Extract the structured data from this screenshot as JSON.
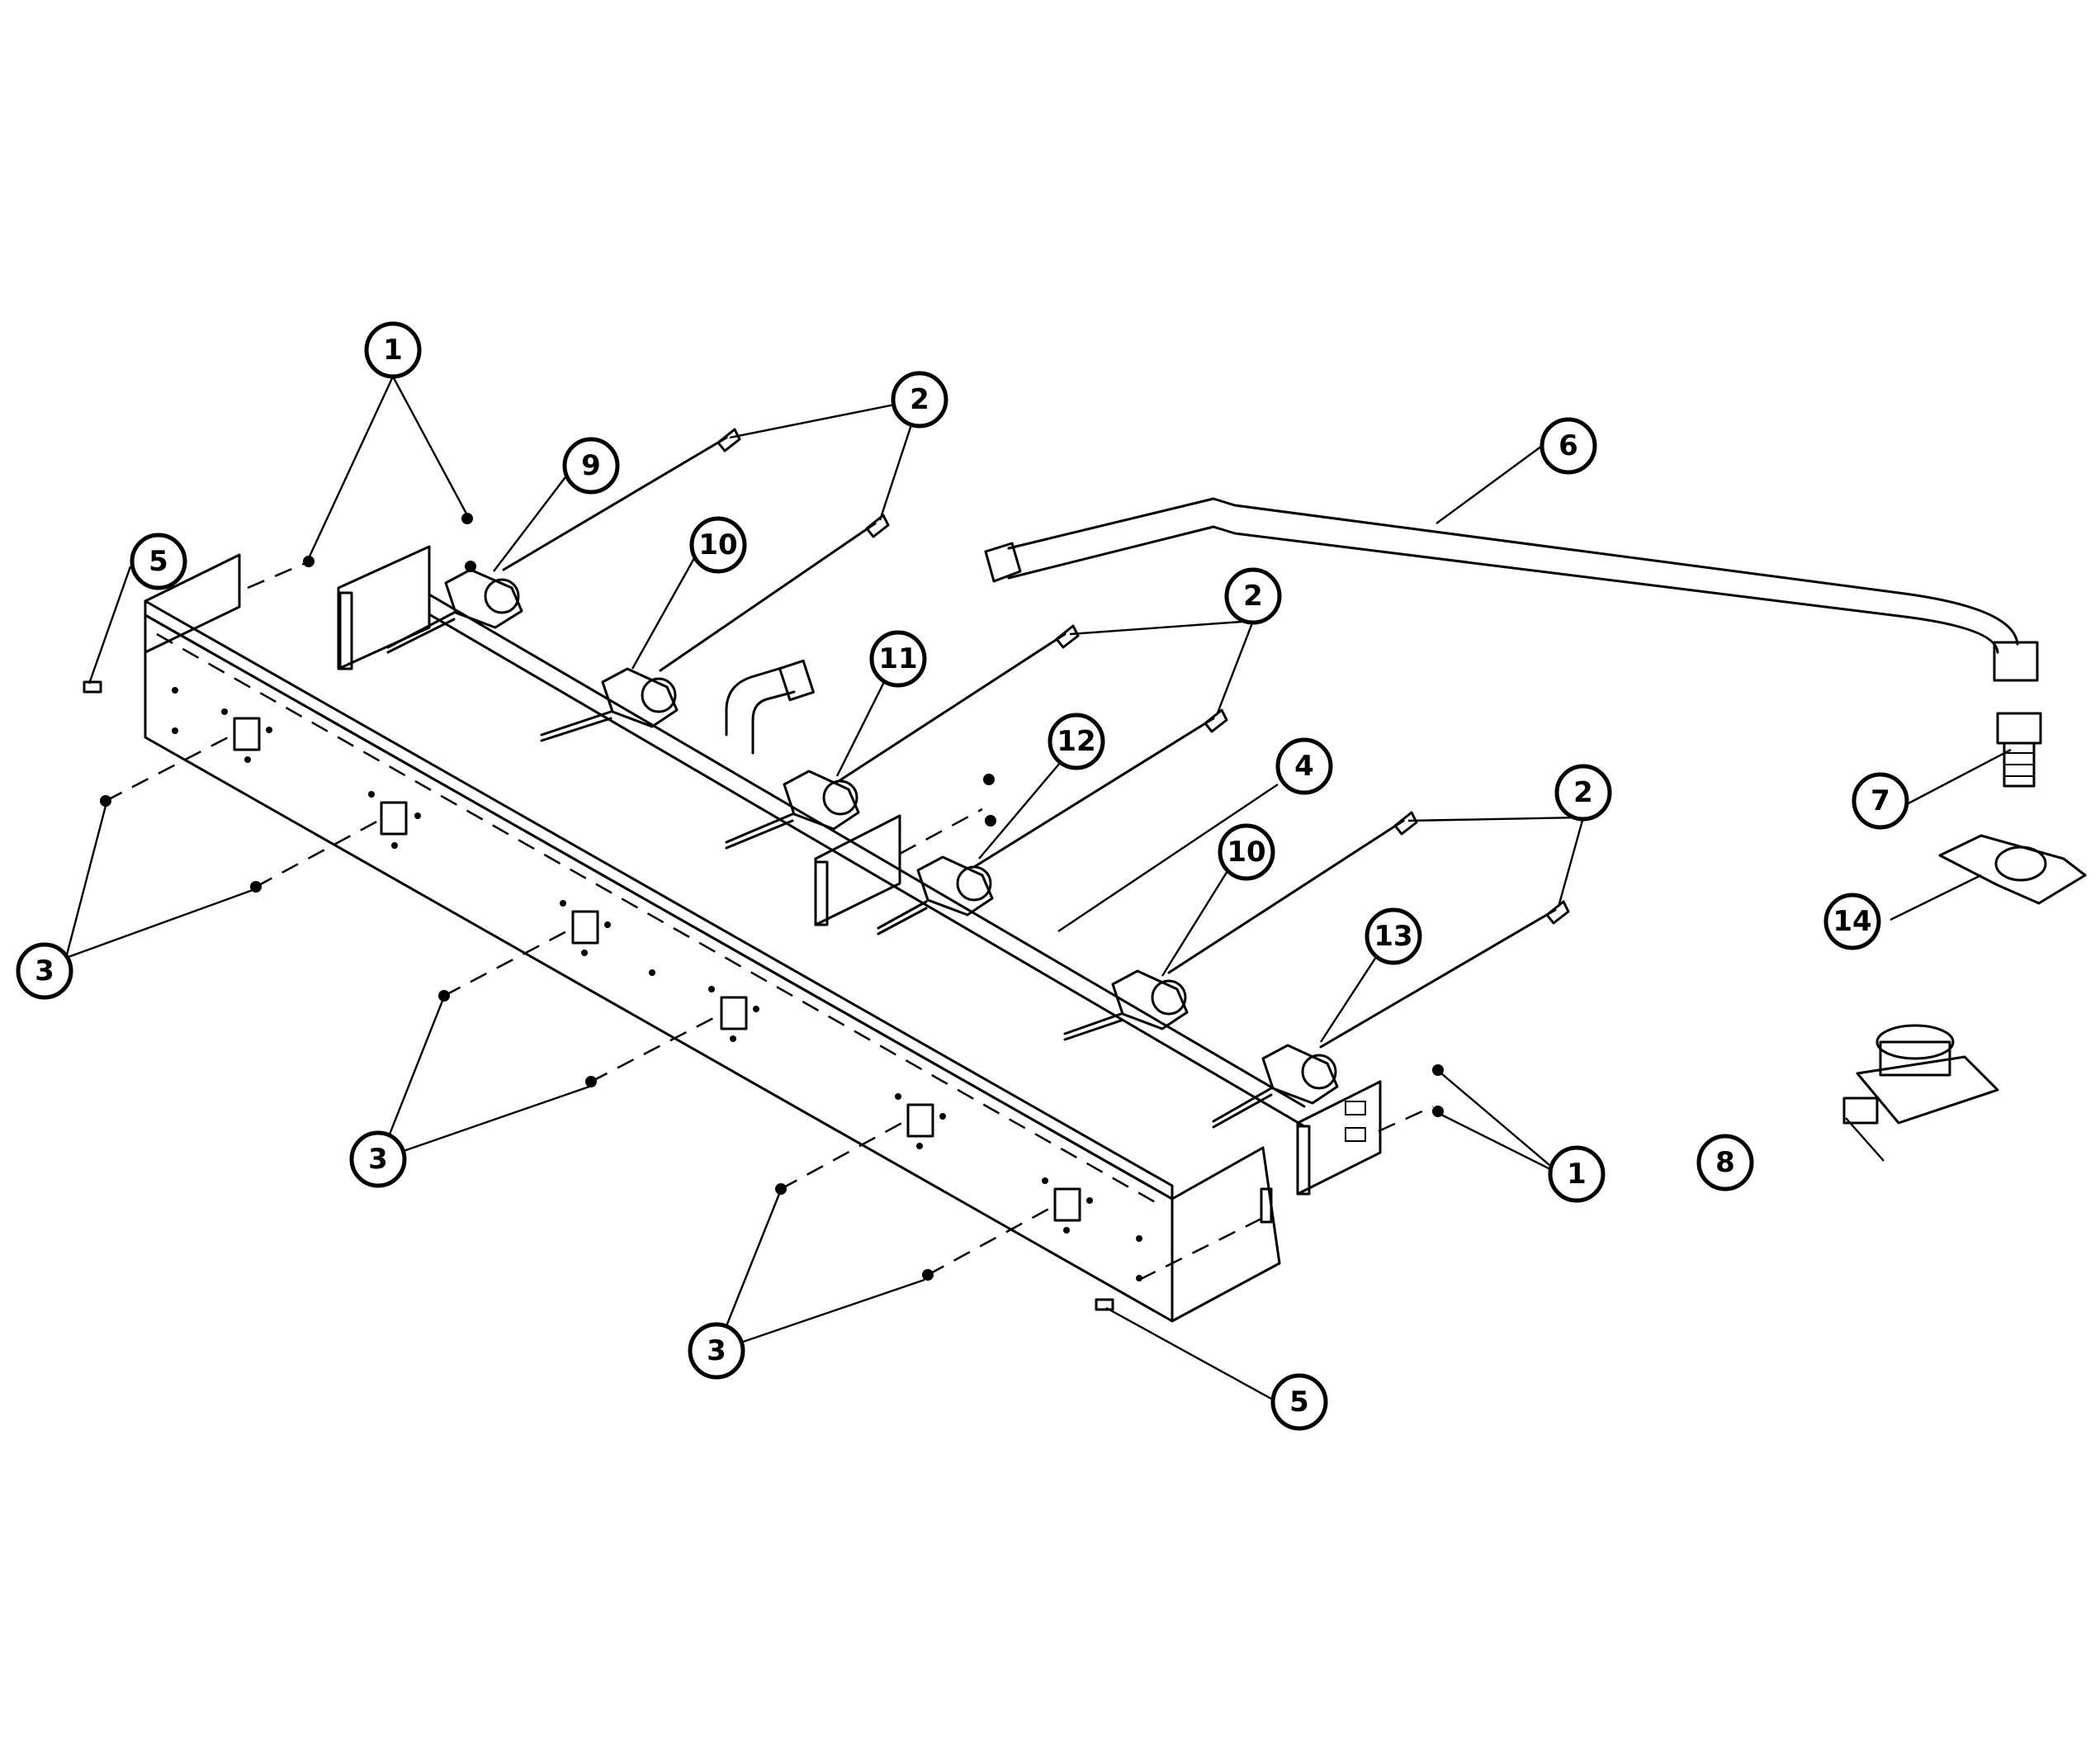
{
  "callouts": [
    {
      "id": "c1a",
      "label": "1"
    },
    {
      "id": "c1b",
      "label": "1"
    },
    {
      "id": "c2a",
      "label": "2"
    },
    {
      "id": "c2b",
      "label": "2"
    },
    {
      "id": "c2c",
      "label": "2"
    },
    {
      "id": "c3a",
      "label": "3"
    },
    {
      "id": "c3b",
      "label": "3"
    },
    {
      "id": "c3c",
      "label": "3"
    },
    {
      "id": "c4",
      "label": "4"
    },
    {
      "id": "c5a",
      "label": "5"
    },
    {
      "id": "c5b",
      "label": "5"
    },
    {
      "id": "c6",
      "label": "6"
    },
    {
      "id": "c7",
      "label": "7"
    },
    {
      "id": "c8",
      "label": "8"
    },
    {
      "id": "c9",
      "label": "9"
    },
    {
      "id": "c10a",
      "label": "10"
    },
    {
      "id": "c10b",
      "label": "10"
    },
    {
      "id": "c11",
      "label": "11"
    },
    {
      "id": "c12",
      "label": "12"
    },
    {
      "id": "c13",
      "label": "13"
    },
    {
      "id": "c14",
      "label": "14"
    }
  ]
}
